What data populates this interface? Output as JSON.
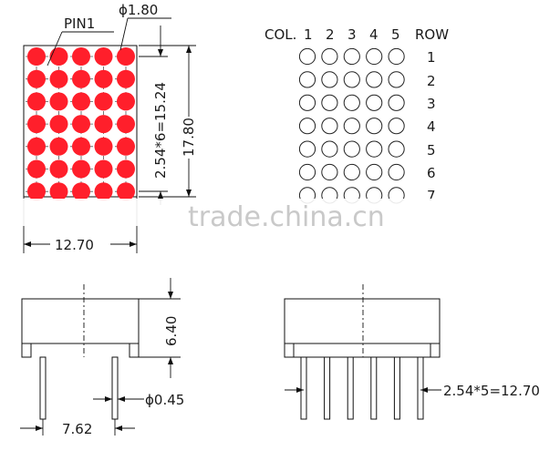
{
  "front_view": {
    "pin_label": "PIN1",
    "diameter_label": "ϕ1.80",
    "pitch_height_label": "2.54*6=15.24",
    "total_height_label": "17.80",
    "width_label": "12.70",
    "led_color": "#ff1f2b",
    "columns": 5,
    "rows": 7
  },
  "schematic": {
    "col_label": "COL.",
    "col_numbers": [
      "1",
      "2",
      "3",
      "4",
      "5"
    ],
    "row_label": "ROW",
    "row_numbers": [
      "1",
      "2",
      "3",
      "4",
      "5",
      "6",
      "7"
    ]
  },
  "side_view": {
    "height_label": "6.40",
    "pin_diameter_label": "ϕ0.45",
    "pin_spacing_label": "7.62"
  },
  "bottom_view": {
    "pin_pitch_label": "2.54*5=12.70"
  },
  "watermark": {
    "text": "trade.china.cn"
  }
}
